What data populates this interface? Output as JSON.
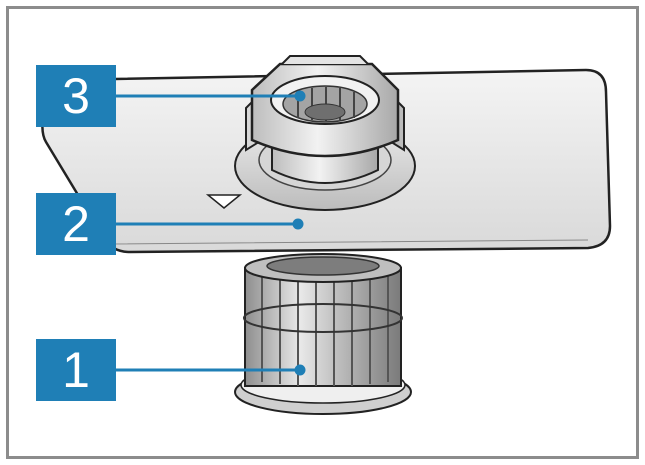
{
  "callouts": [
    {
      "number": "3"
    },
    {
      "number": "2"
    },
    {
      "number": "1"
    }
  ],
  "colors": {
    "callout_bg": "#1f7fb6",
    "callout_text": "#ffffff",
    "leader_line": "#1f7fb6",
    "frame_border": "#8c8c8c",
    "outline": "#222222",
    "metal_light": "#e8e8e8",
    "metal_dark": "#9a9a9a"
  },
  "icons": [
    "triangle-marker-icon"
  ]
}
